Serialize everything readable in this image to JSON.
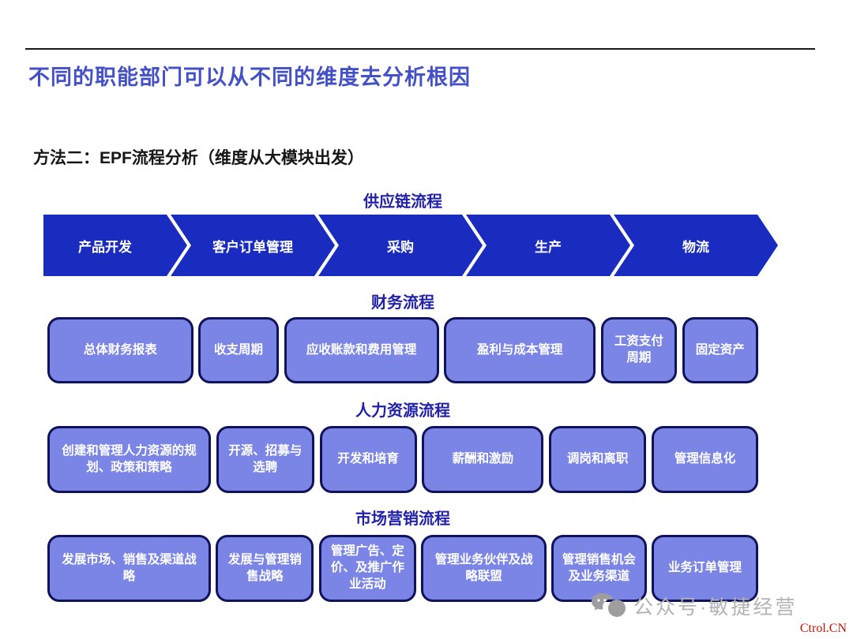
{
  "title": "不同的职能部门可以从不同的维度去分析根因",
  "subtitle": "方法二：EPF流程分析（维度从大模块出发）",
  "supply_chain": {
    "header": "供应链流程",
    "steps": [
      "产品开发",
      "客户订单管理",
      "采购",
      "生产",
      "物流"
    ]
  },
  "finance": {
    "header": "财务流程",
    "items": [
      "总体财务报表",
      "收支周期",
      "应收账款和费用管理",
      "盈利与成本管理",
      "工资支付周期",
      "固定资产"
    ]
  },
  "hr": {
    "header": "人力资源流程",
    "items": [
      "创建和管理人力资源的规划、政策和策略",
      "开源、招募与选聘",
      "开发和培育",
      "薪酬和激励",
      "调岗和离职",
      "管理信息化"
    ]
  },
  "marketing": {
    "header": "市场营销流程",
    "items": [
      "发展市场、销售及渠道战略",
      "发展与管理销售战略",
      "管理广告、定价、及推广作业活动",
      "管理业务伙伴及战略联盟",
      "管理销售机会及业务渠道",
      "业务订单管理"
    ]
  },
  "watermark": {
    "icon": "wechat-icon",
    "text": "公众号·敏捷经营"
  },
  "footer_brand": "Ctrol.CN",
  "colors": {
    "title_blue": "#4451c6",
    "header_blue": "#2121aa",
    "arrow_blue": "#1a2bc0",
    "box_fill": "#7b85e6",
    "box_border": "#10125a",
    "box_text": "#ffffff",
    "watermark_gray": "#b3b3b3",
    "brand_red": "#c41200"
  }
}
